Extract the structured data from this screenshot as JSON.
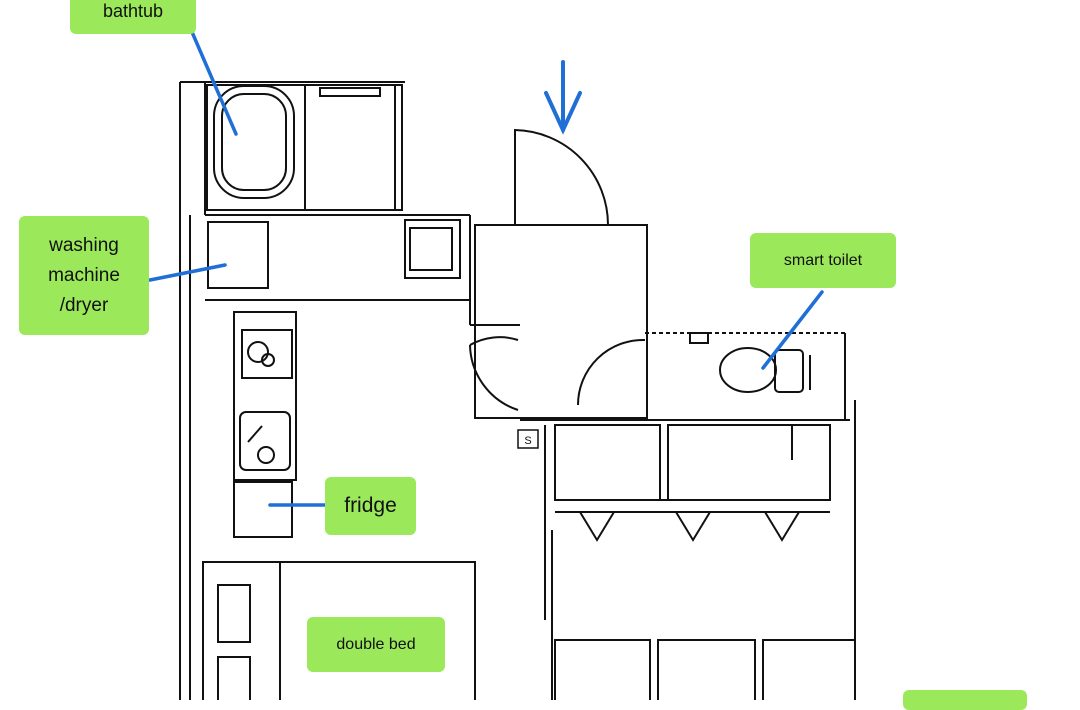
{
  "labels": {
    "bathtub": "bathtub",
    "washing_machine": [
      "washing",
      "machine",
      "/dryer"
    ],
    "smart_toilet": "smart toilet",
    "fridge": "fridge",
    "double_bed": "double bed"
  },
  "colors": {
    "label_bg": "#9be85a",
    "pointer": "#1f6fd6",
    "wall": "#111111",
    "outlet_dot": "#3aa84a"
  },
  "icons": {
    "entrance": "down-arrow-icon",
    "outlet": "S"
  }
}
